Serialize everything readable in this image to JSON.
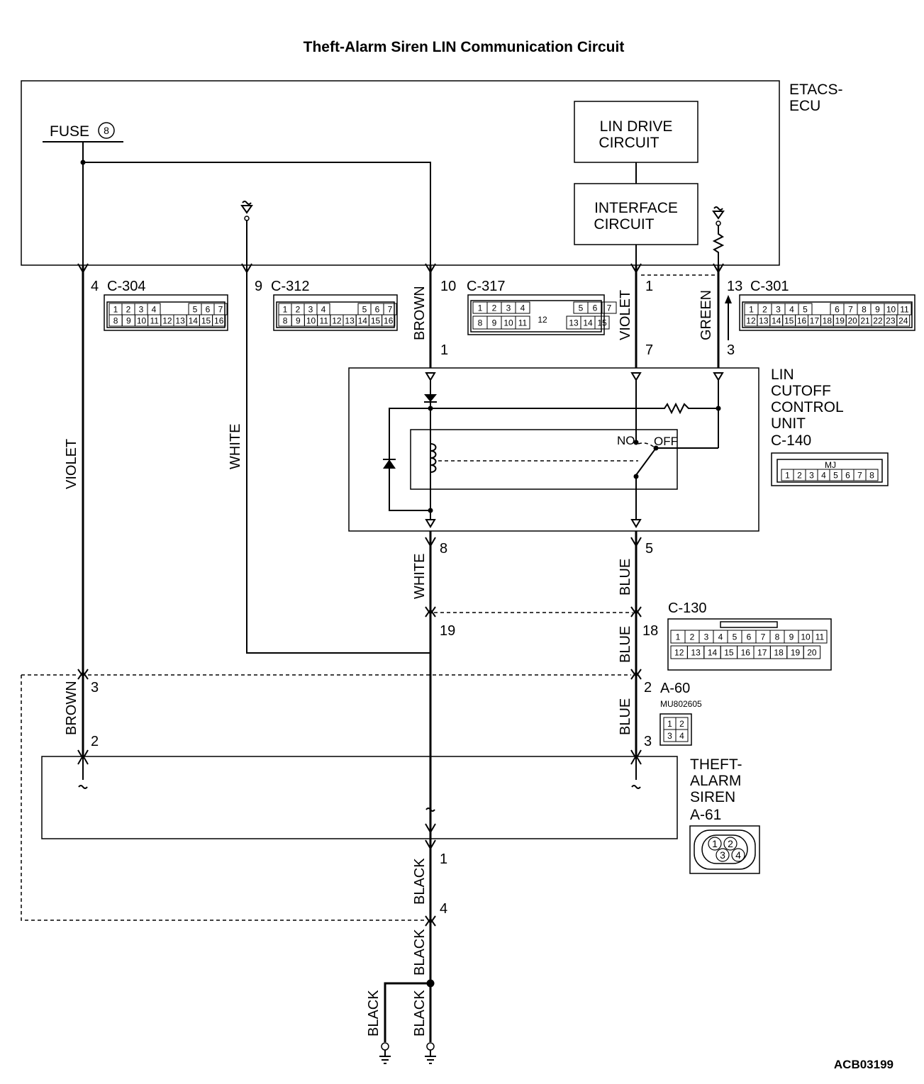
{
  "title": "Theft-Alarm Siren LIN Communication Circuit",
  "diagram_id": "ACB03199",
  "etacs": {
    "line1": "ETACS-",
    "line2": "ECU"
  },
  "fuse": {
    "label": "FUSE",
    "number": "8"
  },
  "lin_drive": {
    "line1": "LIN DRIVE",
    "line2": "CIRCUIT"
  },
  "interface": {
    "line1": "INTERFACE",
    "line2": "CIRCUIT"
  },
  "lin_cutoff": {
    "line1": "LIN",
    "line2": "CUTOFF",
    "line3": "CONTROL",
    "line4": "UNIT",
    "connector": "C-140",
    "tag": "MJ"
  },
  "siren": {
    "line1": "THEFT-",
    "line2": "ALARM",
    "line3": "SIREN",
    "connector": "A-61"
  },
  "connectors": {
    "c304": {
      "id": "C-304",
      "pin": "4"
    },
    "c312": {
      "id": "C-312",
      "pin": "9"
    },
    "c317": {
      "id": "C-317",
      "pin": "10"
    },
    "c301": {
      "id": "C-301",
      "pin": "13"
    },
    "c130": {
      "id": "C-130"
    },
    "a60": {
      "id": "A-60",
      "part": "MU802605"
    }
  },
  "pins": {
    "lin_in_brown": "1",
    "lin_in_violet": "7",
    "lin_in_green": "3",
    "lin_drive_pin": "1",
    "lin_out_white": "8",
    "lin_out_blue": "5",
    "c130_white": "19",
    "c130_blue": "18",
    "a60_violet": "3",
    "a60_blue": "2",
    "a60_brown": "2",
    "a60_blue_out": "3",
    "siren_black": "1",
    "ground_joint": "4"
  },
  "switch": {
    "no": "NO",
    "off": "OFF"
  },
  "wires": {
    "violet": "VIOLET",
    "white": "WHITE",
    "brown": "BROWN",
    "violet2": "VIOLET",
    "green": "GREEN",
    "white2": "WHITE",
    "blue1": "BLUE",
    "blue2": "BLUE",
    "brown2": "BROWN",
    "blue3": "BLUE",
    "black1": "BLACK",
    "black2": "BLACK",
    "black3": "BLACK",
    "black4": "BLACK"
  },
  "connector_pins": {
    "c304_top": [
      "1",
      "2",
      "3",
      "4",
      "5",
      "6",
      "7"
    ],
    "c304_bot": [
      "8",
      "9",
      "10",
      "11",
      "12",
      "13",
      "14",
      "15",
      "16"
    ],
    "c312_top": [
      "1",
      "2",
      "3",
      "4",
      "5",
      "6",
      "7"
    ],
    "c312_bot": [
      "8",
      "9",
      "10",
      "11",
      "12",
      "13",
      "14",
      "15",
      "16"
    ],
    "c317_top": [
      "1",
      "2",
      "3",
      "4",
      "5",
      "6",
      "7"
    ],
    "c317_mid": "12",
    "c317_bot": [
      "8",
      "9",
      "10",
      "11",
      "13",
      "14",
      "15"
    ],
    "c301_top": [
      "1",
      "2",
      "3",
      "4",
      "5",
      "6",
      "7",
      "8",
      "9",
      "10",
      "11"
    ],
    "c301_bot": [
      "12",
      "13",
      "14",
      "15",
      "16",
      "17",
      "18",
      "19",
      "20",
      "21",
      "22",
      "23",
      "24"
    ],
    "c140": [
      "1",
      "2",
      "3",
      "4",
      "5",
      "6",
      "7",
      "8"
    ],
    "c130_top": [
      "1",
      "2",
      "3",
      "4",
      "5",
      "6",
      "7",
      "8",
      "9",
      "10",
      "11"
    ],
    "c130_bot": [
      "12",
      "13",
      "14",
      "15",
      "16",
      "17",
      "18",
      "19",
      "20"
    ],
    "a60": [
      "1",
      "2",
      "3",
      "4"
    ],
    "a61": [
      "1",
      "2",
      "3",
      "4"
    ]
  },
  "colors": {
    "line": "#000000",
    "background": "#ffffff"
  }
}
